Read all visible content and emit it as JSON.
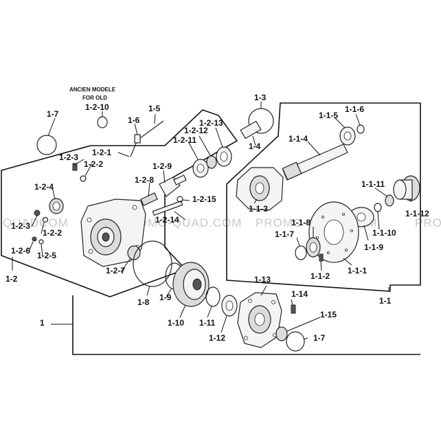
{
  "note": {
    "line1": "ANCIEN MODELE",
    "line2": "FOR OLD"
  },
  "labels": {
    "l_1": "1",
    "l_1_1": "1-1",
    "l_1_1_1": "1-1-1",
    "l_1_1_2": "1-1-2",
    "l_1_1_3": "1-1-3",
    "l_1_1_4": "1-1-4",
    "l_1_1_5": "1-1-5",
    "l_1_1_6": "1-1-6",
    "l_1_1_7": "1-1-7",
    "l_1_1_8": "1-1-8",
    "l_1_1_9": "1-1-9",
    "l_1_1_10": "1-1-10",
    "l_1_1_11": "1-1-11",
    "l_1_1_12": "1-1-12",
    "l_1_2": "1-2",
    "l_1_2_1": "1-2-1",
    "l_1_2_2": "1-2-2",
    "l_1_2_2b": "1-2-2",
    "l_1_2_3": "1-2-3",
    "l_1_2_3b": "1-2-3",
    "l_1_2_4": "1-2-4",
    "l_1_2_5": "1-2-5",
    "l_1_2_6": "1-2-6",
    "l_1_2_7": "1-2-7",
    "l_1_2_8": "1-2-8",
    "l_1_2_9": "1-2-9",
    "l_1_2_10": "1-2-10",
    "l_1_2_11": "1-2-11",
    "l_1_2_12": "1-2-12",
    "l_1_2_13": "1-2-13",
    "l_1_2_14": "1-2-14",
    "l_1_2_15": "1-2-15",
    "l_1_3": "1-3",
    "l_1_4": "1-4",
    "l_1_5": "1-5",
    "l_1_6": "1-6",
    "l_1_7": "1-7",
    "l_1_7b": "1-7",
    "l_1_8": "1-8",
    "l_1_9": "1-9",
    "l_1_10": "1-10",
    "l_1_11": "1-11",
    "l_1_12": "1-12",
    "l_1_13": "1-13",
    "l_1_14": "1-14",
    "l_1_15": "1-15"
  },
  "watermark": {
    "left": "QUADCOM",
    "center": "PROMO-QUAD.COM",
    "right": "PROMO-QUAD.COM",
    "edge": "PRO"
  }
}
